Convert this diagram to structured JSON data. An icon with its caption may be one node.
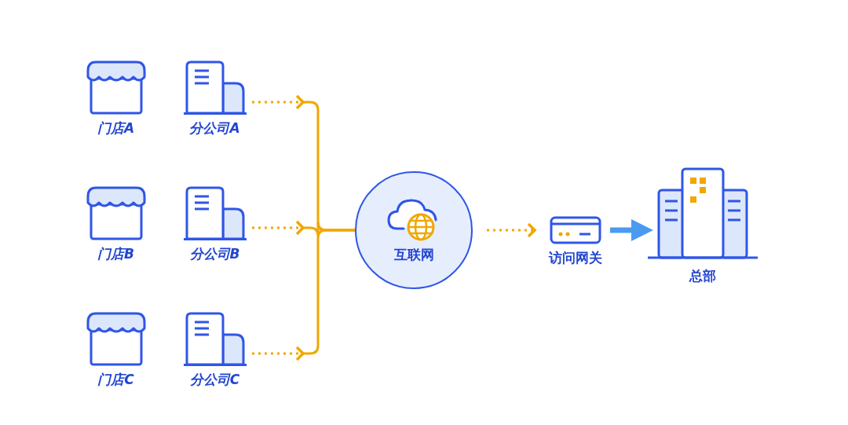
{
  "diagram": {
    "nodes": [
      {
        "text": [
          "门店A"
        ]
      },
      {
        "text": [
          "分公司A"
        ]
      },
      {
        "text": [
          "门店B"
        ]
      },
      {
        "text": [
          "分公司B"
        ]
      },
      {
        "text": [
          "门店C"
        ]
      },
      {
        "text": [
          "分公司C"
        ]
      },
      {
        "text": [
          "互联网"
        ]
      },
      {
        "text": [
          "访问网关"
        ]
      },
      {
        "text": [
          "总部"
        ]
      }
    ],
    "edges": [
      {
        "from": 1,
        "to": 6,
        "arrow": "to",
        "style": "dashed"
      },
      {
        "from": 3,
        "to": 6,
        "arrow": "to",
        "style": "dashed"
      },
      {
        "from": 5,
        "to": 6,
        "arrow": "to",
        "style": "dashed"
      },
      {
        "from": 6,
        "to": 7,
        "arrow": "to",
        "style": "dashed"
      },
      {
        "from": 7,
        "to": 8,
        "arrow": "to",
        "style": "thick",
        "color": "#4a9bf0"
      }
    ]
  }
}
